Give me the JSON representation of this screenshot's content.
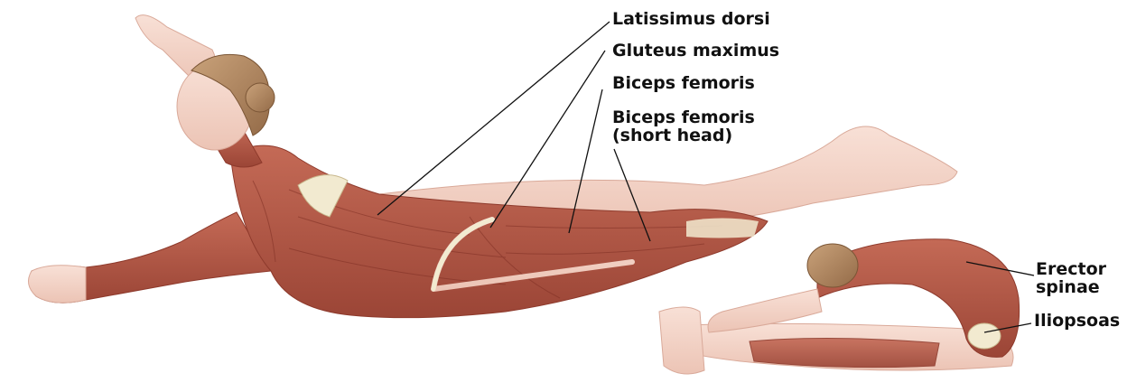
{
  "figure": {
    "muscle_labels": {
      "latissimus_dorsi": "Latissimus dorsi",
      "gluteus_maximus": "Gluteus maximus",
      "biceps_femoris": "Biceps femoris",
      "biceps_femoris_short_line1": "Biceps femoris",
      "biceps_femoris_short_line2": "(short head)",
      "erector_spinae_line1": "Erector",
      "erector_spinae_line2": "spinae",
      "iliopsoas": "Iliopsoas"
    },
    "colors": {
      "skin": "#f3d3c6",
      "skin_shadow": "#e3b3a3",
      "muscle": "#b75a48",
      "muscle_dark": "#8e3a2c",
      "tendon": "#f2ead0",
      "hair": "#b48a62",
      "leader_line": "#111111",
      "label_text": "#111111"
    }
  }
}
